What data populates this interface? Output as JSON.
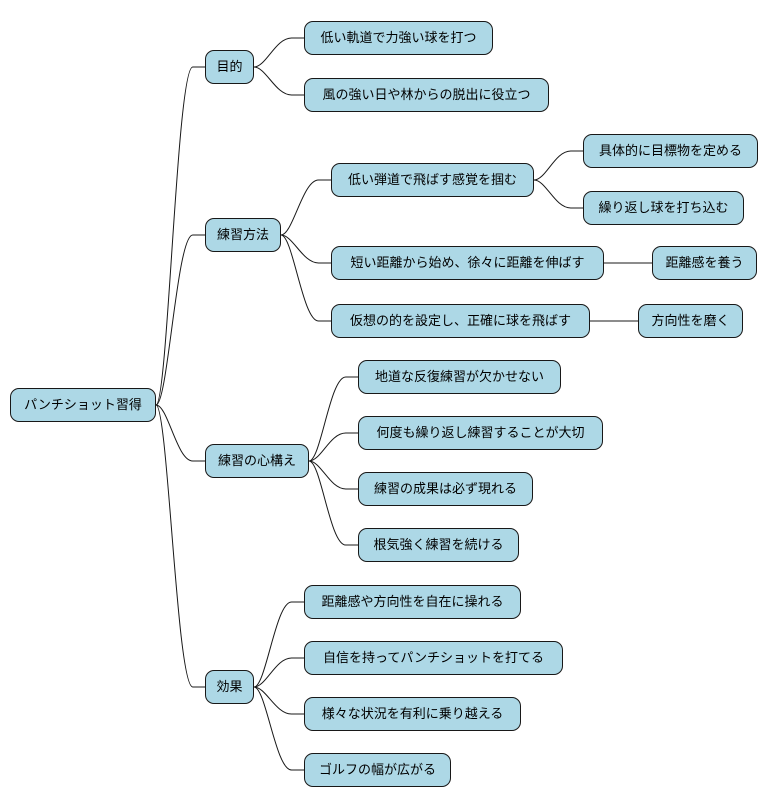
{
  "root": {
    "label": "パンチショット習得",
    "children": [
      {
        "label": "目的",
        "children": [
          {
            "label": "低い軌道で力強い球を打つ"
          },
          {
            "label": "風の強い日や林からの脱出に役立つ"
          }
        ]
      },
      {
        "label": "練習方法",
        "children": [
          {
            "label": "低い弾道で飛ばす感覚を掴む",
            "children": [
              {
                "label": "具体的に目標物を定める"
              },
              {
                "label": "繰り返し球を打ち込む"
              }
            ]
          },
          {
            "label": "短い距離から始め、徐々に距離を伸ばす",
            "children": [
              {
                "label": "距離感を養う"
              }
            ]
          },
          {
            "label": "仮想の的を設定し、正確に球を飛ばす",
            "children": [
              {
                "label": "方向性を磨く"
              }
            ]
          }
        ]
      },
      {
        "label": "練習の心構え",
        "children": [
          {
            "label": "地道な反復練習が欠かせない"
          },
          {
            "label": "何度も繰り返し練習することが大切"
          },
          {
            "label": "練習の成果は必ず現れる"
          },
          {
            "label": "根気強く練習を続ける"
          }
        ]
      },
      {
        "label": "効果",
        "children": [
          {
            "label": "距離感や方向性を自在に操れる"
          },
          {
            "label": "自信を持ってパンチショットを打てる"
          },
          {
            "label": "様々な状況を有利に乗り越える"
          },
          {
            "label": "ゴルフの幅が広がる"
          }
        ]
      }
    ]
  },
  "colors": {
    "node_fill": "#add8e6",
    "node_border": "#181818",
    "link": "#181818"
  }
}
